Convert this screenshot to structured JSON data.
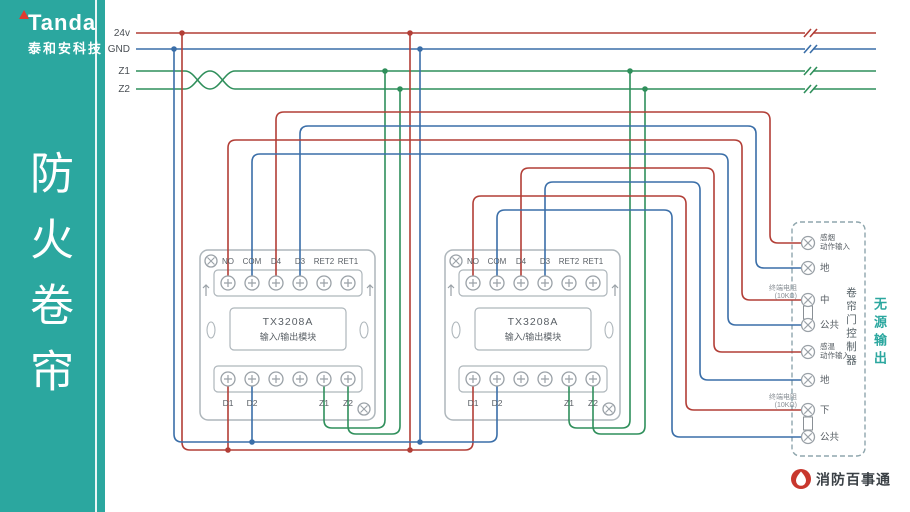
{
  "sidebar": {
    "brand": "Tanda",
    "brand_subtitle": "泰和安科技",
    "vertical_title": "防火卷帘"
  },
  "buses": {
    "labels": [
      "24v",
      "GND",
      "Z1",
      "Z2"
    ]
  },
  "colors": {
    "sidebar_teal": "#2BA79F",
    "wire_power_red": "#B23E36",
    "wire_ground_blue": "#3A6EA8",
    "wire_zone_green": "#2F8F5B",
    "accent_red": "#C8372D"
  },
  "modules": [
    {
      "model": "TX3208A",
      "name": "输入/输出模块",
      "top_terminals": [
        "NO",
        "COM",
        "D4",
        "D3",
        "RET2",
        "RET1"
      ],
      "bottom_terminals": [
        "D1",
        "D2",
        "",
        "",
        "Z1",
        "Z2"
      ]
    },
    {
      "model": "TX3208A",
      "name": "输入/输出模块",
      "top_terminals": [
        "NO",
        "COM",
        "D4",
        "D3",
        "RET2",
        "RET1"
      ],
      "bottom_terminals": [
        "D1",
        "D2",
        "",
        "",
        "Z1",
        "Z2"
      ]
    }
  ],
  "controller": {
    "terminals": [
      {
        "line1": "感烟",
        "line2": "动作输入"
      },
      {
        "line1": "地"
      },
      {
        "line1": "中"
      },
      {
        "line1": "公共"
      },
      {
        "line1": "感温",
        "line2": "动作输入"
      },
      {
        "line1": "地"
      },
      {
        "line1": "下"
      },
      {
        "line1": "公共"
      }
    ],
    "resistor_line1": "终端电阻",
    "resistor_line2": "(10KΩ)",
    "side_label": "卷帘门控制器",
    "output_label": "无源输出"
  },
  "footer": {
    "brand": "消防百事通"
  }
}
